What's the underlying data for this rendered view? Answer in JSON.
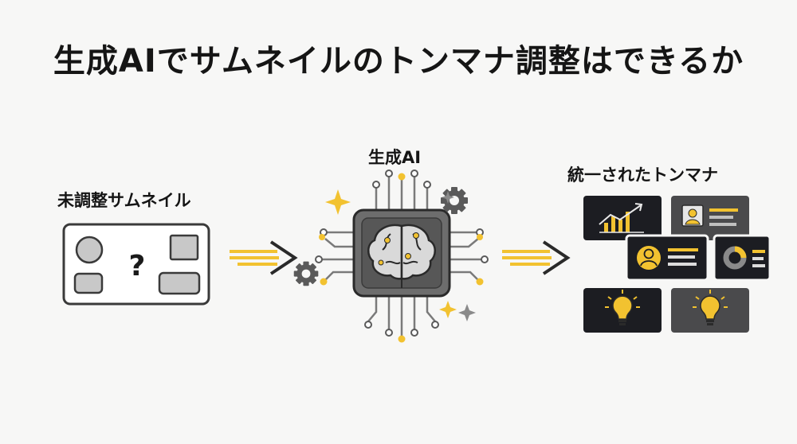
{
  "title": "生成AIでサムネイルのトンマナ調整はできるか",
  "left": {
    "label": "未調整サムネイル",
    "question_mark": "?"
  },
  "middle": {
    "label": "生成AI"
  },
  "right": {
    "label": "統一されたトンマナ"
  },
  "colors": {
    "accent": "#f2c230",
    "dark_card": "#1c1d22",
    "gray_card": "#4a4a4c",
    "text": "#151515"
  },
  "icons": [
    "arrow-right-icon",
    "brain-chip-icon",
    "gear-icon",
    "sparkle-icon",
    "chart-icon",
    "profile-icon",
    "donut-chart-icon",
    "lightbulb-icon"
  ]
}
